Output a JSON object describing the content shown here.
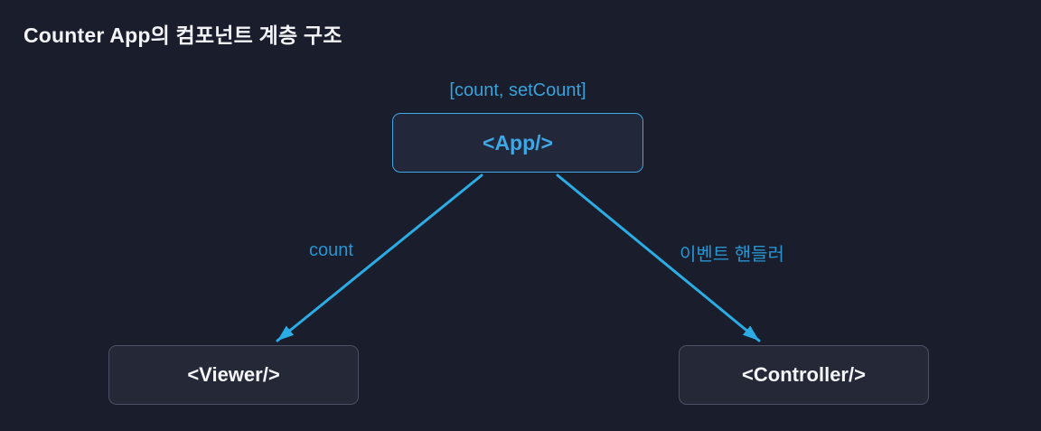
{
  "title": "Counter App의 컴포넌트 계층 구조",
  "diagram": {
    "state_label": "[count, setCount]",
    "nodes": {
      "app": {
        "label": "<App/>"
      },
      "viewer": {
        "label": "<Viewer/>"
      },
      "controller": {
        "label": "<Controller/>"
      }
    },
    "edges": {
      "app_to_viewer": {
        "label": "count"
      },
      "app_to_controller": {
        "label": "이벤트 핸들러"
      }
    }
  },
  "colors": {
    "background": "#1a1d2b",
    "arrow_blue": "#2bace4",
    "app_border_blue": "#3ea8e6",
    "app_text_blue": "#3ea8e6",
    "edge_label_blue": "#2795d2",
    "state_label_blue": "#39a2da",
    "node_fill": "#242837",
    "node_border_gray": "#4b5064",
    "title_text": "#f2f3f6"
  }
}
